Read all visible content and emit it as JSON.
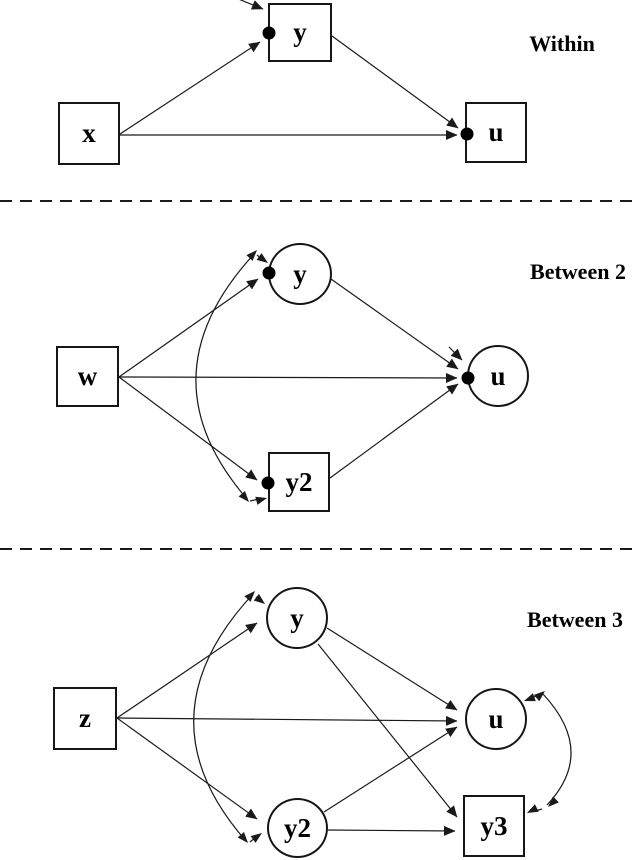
{
  "sections": {
    "within": {
      "title": "Within",
      "nodes": {
        "y": "y",
        "x": "x",
        "u": "u"
      },
      "node_shapes": {
        "y": "square",
        "x": "square",
        "u": "square"
      },
      "edges": [
        {
          "from": "x",
          "to": "y",
          "type": "regression"
        },
        {
          "from": "x",
          "to": "u",
          "type": "regression"
        },
        {
          "from": "y",
          "to": "u",
          "type": "regression"
        }
      ],
      "residual_dots": [
        "y",
        "u"
      ]
    },
    "between2": {
      "title": "Between 2",
      "nodes": {
        "y": "y",
        "w": "w",
        "u": "u",
        "y2": "y2"
      },
      "node_shapes": {
        "y": "circle",
        "w": "square",
        "u": "circle",
        "y2": "square"
      },
      "edges": [
        {
          "from": "w",
          "to": "y",
          "type": "regression"
        },
        {
          "from": "w",
          "to": "u",
          "type": "regression"
        },
        {
          "from": "w",
          "to": "y2",
          "type": "regression"
        },
        {
          "from": "y",
          "to": "u",
          "type": "regression"
        },
        {
          "from": "y2",
          "to": "u",
          "type": "regression"
        },
        {
          "from": "y",
          "to": "y2",
          "type": "covariance"
        }
      ],
      "residual_dots": [
        "y",
        "u",
        "y2"
      ]
    },
    "between3": {
      "title": "Between 3",
      "nodes": {
        "y": "y",
        "z": "z",
        "u": "u",
        "y2": "y2",
        "y3": "y3"
      },
      "node_shapes": {
        "y": "circle",
        "z": "square",
        "u": "circle",
        "y2": "circle",
        "y3": "square"
      },
      "edges": [
        {
          "from": "z",
          "to": "y",
          "type": "regression"
        },
        {
          "from": "z",
          "to": "u",
          "type": "regression"
        },
        {
          "from": "z",
          "to": "y2",
          "type": "regression"
        },
        {
          "from": "y",
          "to": "u",
          "type": "regression"
        },
        {
          "from": "y",
          "to": "y3",
          "type": "regression"
        },
        {
          "from": "y2",
          "to": "u",
          "type": "regression"
        },
        {
          "from": "y2",
          "to": "y3",
          "type": "regression"
        },
        {
          "from": "y",
          "to": "y2",
          "type": "covariance"
        },
        {
          "from": "u",
          "to": "y3",
          "type": "covariance"
        }
      ],
      "residual_dots": []
    }
  },
  "colors": {
    "line": "#1a1a1a",
    "node_border": "#161616",
    "node_fill": "#ffffff",
    "dot": "#000000",
    "background": "#ffffff"
  }
}
